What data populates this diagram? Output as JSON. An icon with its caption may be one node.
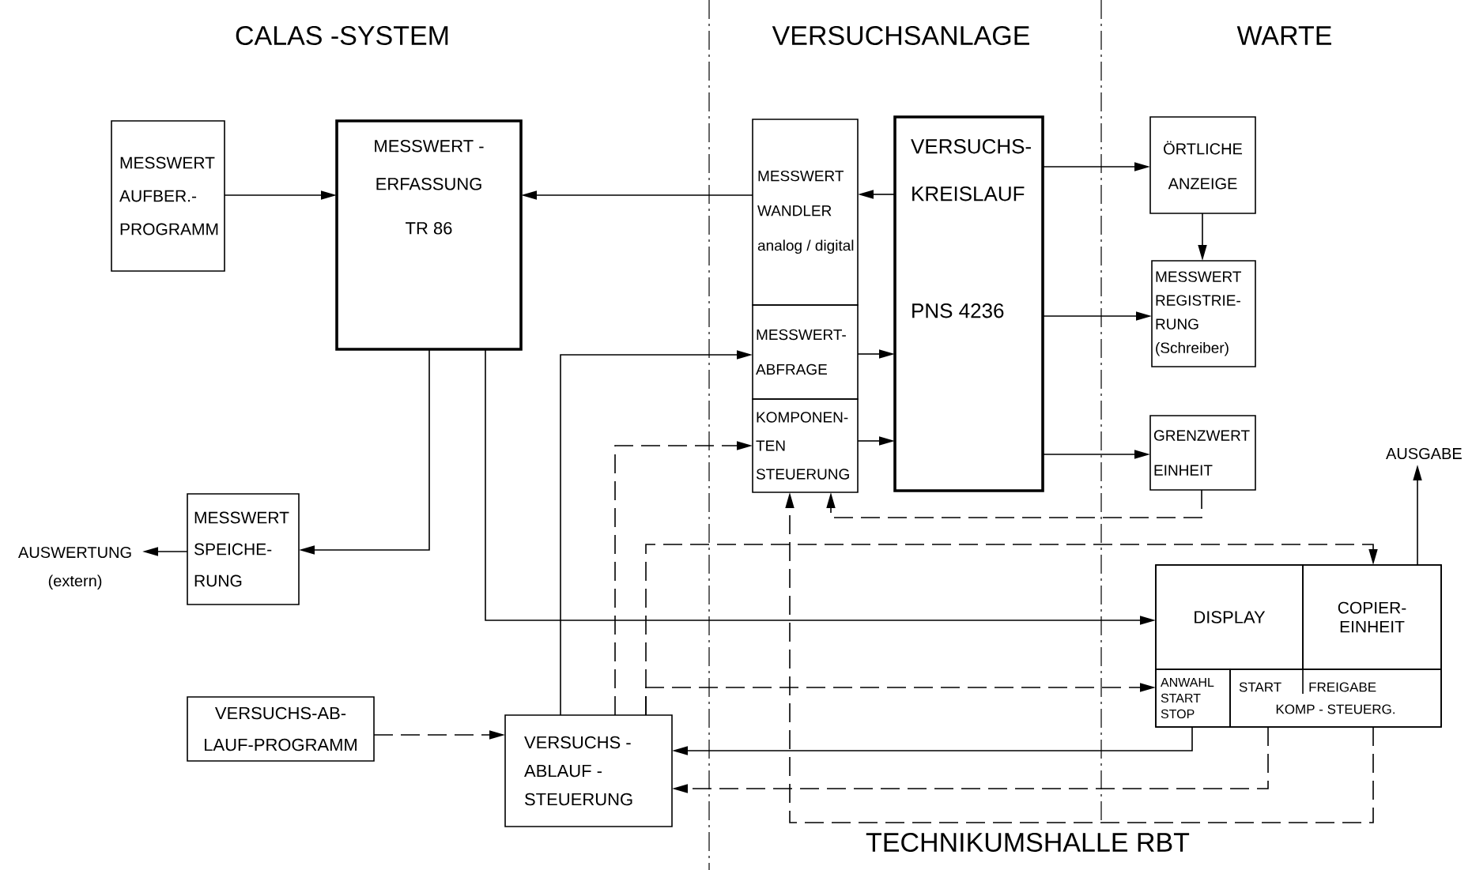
{
  "diagram": {
    "nodes": [
      {
        "text": [
          "MESSWERT AUFBER.- PROGRAMM"
        ]
      },
      {
        "text": [
          "MESSWERT - ERFASSUNG",
          "TR 86"
        ]
      },
      {
        "text": [
          "MESSWERT WANDLER analog / digital"
        ]
      },
      {
        "text": [
          "MESSWERT- ABFRAGE"
        ]
      },
      {
        "text": [
          "KOMPONEN- TEN STEUERUNG"
        ]
      },
      {
        "text": [
          "VERSUCHS- KREISLAUF",
          "PNS 4236"
        ]
      },
      {
        "text": [
          "ÖRTLICHE ANZEIGE"
        ]
      },
      {
        "text": [
          "MESSWERT REGISTRIE- RUNG",
          "(Schreiber)"
        ]
      },
      {
        "text": [
          "GRENZWERT EINHEIT"
        ]
      },
      {
        "text": [
          "MESSWERT SPEICHE- RUNG"
        ]
      },
      {
        "text": [
          "AUSWERTUNG (extern)"
        ]
      },
      {
        "text": [
          "VERSUCHS-AB- LAUF-PROGRAMM"
        ]
      },
      {
        "text": [
          "VERSUCHS - ABLAUF - STEUERUNG"
        ]
      },
      {
        "text": [],
        "shape": "box"
      },
      {
        "text": [
          "DISPLAY"
        ],
        "in": 13
      },
      {
        "text": [
          "COPIER- EINHEIT"
        ],
        "in": 13
      },
      {
        "text": [
          "ANWAHL START STOP"
        ],
        "in": 13
      },
      {
        "text": [
          "START",
          "FREIGABE",
          "KOMP - STEUERG."
        ],
        "in": 13
      },
      {
        "text": [
          "AUSGABE"
        ]
      }
    ],
    "edges": [
      {
        "from": 0,
        "to": 1,
        "arrow": "to"
      },
      {
        "from": 2,
        "to": 1,
        "arrow": "to"
      },
      {
        "from": 5,
        "to": 2,
        "arrow": "to"
      },
      {
        "from": 3,
        "to": 5,
        "arrow": "to"
      },
      {
        "from": 4,
        "to": 5,
        "arrow": "to"
      },
      {
        "from": 5,
        "to": 6,
        "arrow": "to"
      },
      {
        "from": 6,
        "to": 7,
        "arrow": "to"
      },
      {
        "from": 5,
        "to": 7,
        "arrow": "to"
      },
      {
        "from": 5,
        "to": 8,
        "arrow": "to"
      },
      {
        "from": 1,
        "to": 9,
        "arrow": "to"
      },
      {
        "from": 9,
        "to": 10,
        "arrow": "to"
      },
      {
        "from": 1,
        "to": 14,
        "arrow": "to"
      },
      {
        "from": 11,
        "to": 12,
        "arrow": "to",
        "style": "dashed"
      },
      {
        "from": 12,
        "to": 3,
        "arrow": "to"
      },
      {
        "from": 12,
        "to": 4,
        "arrow": "to",
        "style": "dashed"
      },
      {
        "from": 12,
        "to": 16,
        "arrow": "to",
        "style": "dashed"
      },
      {
        "from": 12,
        "to": 15,
        "arrow": "to",
        "style": "dashed"
      },
      {
        "from": 8,
        "to": 4,
        "arrow": "to",
        "style": "dashed"
      },
      {
        "from": 16,
        "to": 12,
        "arrow": "to"
      },
      {
        "from": 17,
        "to": 12,
        "arrow": "to",
        "style": "dashed"
      },
      {
        "from": 17,
        "to": 4,
        "arrow": "to",
        "style": "dashed"
      },
      {
        "from": 15,
        "to": 18,
        "arrow": "to"
      }
    ],
    "labels": [
      "CALAS -SYSTEM",
      "VERSUCHSANLAGE",
      "WARTE",
      "TECHNIKUMSHALLE RBT"
    ]
  }
}
